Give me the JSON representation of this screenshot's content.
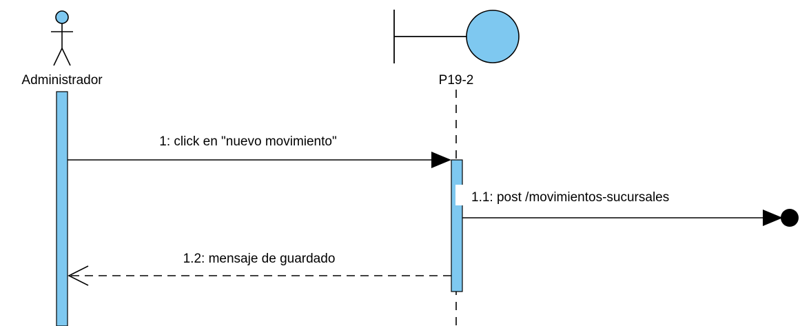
{
  "colors": {
    "fill": "#7ec8f0",
    "stroke": "#000000",
    "background": "#ffffff"
  },
  "actor": {
    "name": "Administrador",
    "icon": "stick-figure-icon"
  },
  "boundary": {
    "name": "P19-2",
    "icon": "boundary-icon"
  },
  "messages": [
    {
      "label": "1: click en \"nuevo movimiento\"",
      "kind": "synchronous"
    },
    {
      "label": "1.1: post /movimientos-sucursales",
      "kind": "found-lost"
    },
    {
      "label": "1.2: mensaje de guardado",
      "kind": "reply"
    }
  ]
}
